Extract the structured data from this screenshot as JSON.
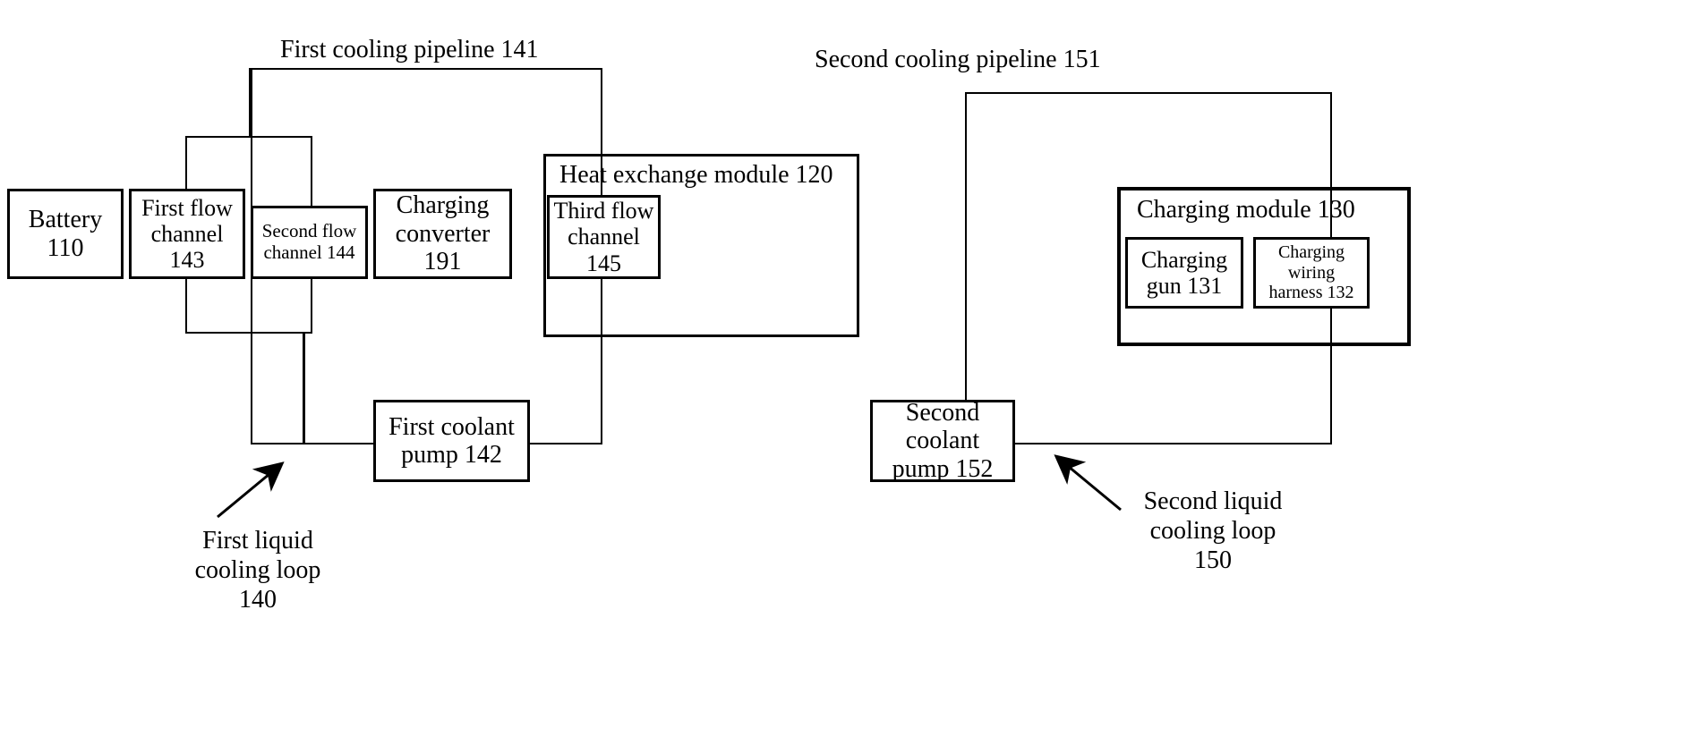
{
  "figure": {
    "type": "patent-block-diagram",
    "subject": "Electric vehicle liquid cooling system with two cooling loops"
  },
  "labels": {
    "first_cooling_pipeline": "First cooling pipeline 141",
    "second_cooling_pipeline": "Second cooling pipeline 151",
    "heat_exchange_module": "Heat exchange module 120",
    "charging_module": "Charging module 130",
    "first_liquid_cooling_loop": "First liquid\ncooling loop\n140",
    "second_liquid_cooling_loop": "Second liquid\ncooling loop\n150"
  },
  "blocks": {
    "battery": "Battery\n110",
    "first_flow_channel": "First flow\nchannel\n143",
    "second_flow_channel": "Second flow\nchannel 144",
    "charging_converter": "Charging\nconverter\n191",
    "third_flow_channel": "Third flow\nchannel\n145",
    "first_coolant_pump": "First coolant\npump 142",
    "second_coolant_pump": "Second\ncoolant\npump 152",
    "charging_gun": "Charging\ngun 131",
    "charging_wiring_harness": "Charging\nwiring\nharness 132"
  },
  "reference_numerals": {
    "110": "Battery",
    "120": "Heat exchange module",
    "130": "Charging module",
    "131": "Charging gun",
    "132": "Charging wiring harness",
    "140": "First liquid cooling loop",
    "141": "First cooling pipeline",
    "142": "First coolant pump",
    "143": "First flow channel",
    "144": "Second flow channel",
    "145": "Third flow channel",
    "150": "Second liquid cooling loop",
    "151": "Second cooling pipeline",
    "152": "Second coolant pump",
    "191": "Charging converter"
  },
  "colors": {
    "line": "#000000",
    "background": "#ffffff"
  }
}
